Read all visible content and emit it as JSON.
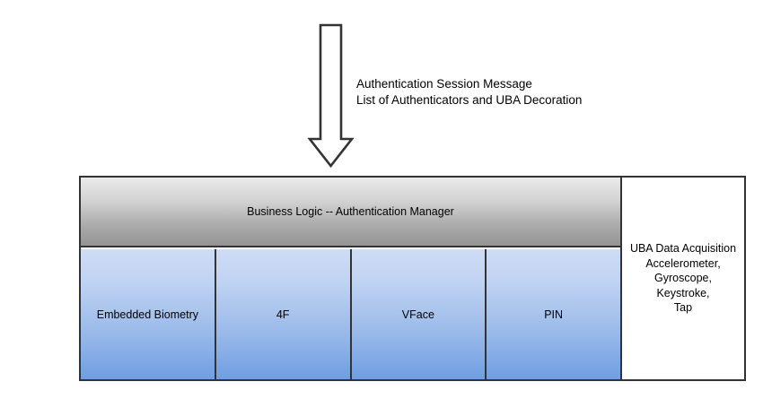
{
  "annotation": {
    "line1": "Authentication Session Message",
    "line2": "List of Authenticators and UBA Decoration"
  },
  "architecture": {
    "business_logic": {
      "label": "Business Logic -- Authentication Manager"
    },
    "authenticators": [
      {
        "label": "Embedded Biometry"
      },
      {
        "label": "4F"
      },
      {
        "label": "VFace"
      },
      {
        "label": "PIN"
      }
    ],
    "uba_panel": {
      "line1": "UBA Data Acquisition",
      "line2": "Accelerometer,",
      "line3": "Gyroscope, Keystroke,",
      "line4": "Tap"
    }
  },
  "colors": {
    "stroke": "#333333",
    "business_logic_gradient_top": "#eaeaea",
    "business_logic_gradient_bottom": "#949494",
    "authenticator_gradient_top": "#cedcf6",
    "authenticator_gradient_bottom": "#6f9ee2",
    "panel_background": "#ffffff",
    "text": "#000000"
  }
}
